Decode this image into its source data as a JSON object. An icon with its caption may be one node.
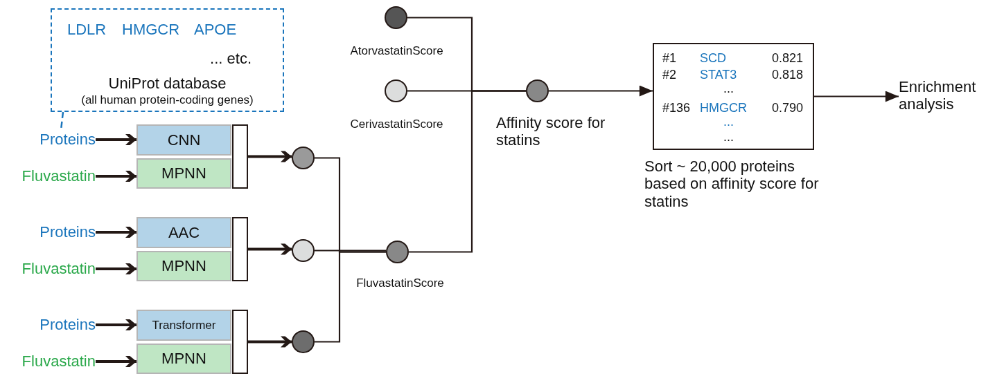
{
  "diagram": {
    "nodes": [
      {
        "text": [
          "LDLR",
          "HMGCR",
          "APOE",
          "... etc.",
          "UniProt database",
          "(all human protein-coding genes)"
        ]
      },
      {
        "text": [
          "Proteins"
        ]
      },
      {
        "text": [
          "Fluvastatin"
        ]
      },
      {
        "text": [
          "CNN"
        ]
      },
      {
        "text": [
          "MPNN"
        ]
      },
      {
        "text": [],
        "shape": "bar"
      },
      {
        "text": [],
        "shape": "circle"
      },
      {
        "text": [
          "Proteins"
        ]
      },
      {
        "text": [
          "Fluvastatin"
        ]
      },
      {
        "text": [
          "AAC"
        ]
      },
      {
        "text": [
          "MPNN"
        ]
      },
      {
        "text": [],
        "shape": "bar"
      },
      {
        "text": [],
        "shape": "circle"
      },
      {
        "text": [
          "Proteins"
        ]
      },
      {
        "text": [
          "Fluvastatin"
        ]
      },
      {
        "text": [
          "Transformer"
        ]
      },
      {
        "text": [
          "MPNN"
        ]
      },
      {
        "text": [],
        "shape": "bar"
      },
      {
        "text": [],
        "shape": "circle"
      },
      {
        "text": [],
        "shape": "circle",
        "beside": [
          "AtorvastatinScore"
        ]
      },
      {
        "text": [],
        "shape": "circle",
        "beside": [
          "CerivastatinScore"
        ]
      },
      {
        "text": [],
        "shape": "circle",
        "beside": [
          "FluvastatinScore"
        ]
      },
      {
        "text": [],
        "shape": "circle",
        "beside": [
          "Affinity score for statins"
        ]
      },
      {
        "text": [
          "#1",
          "SCD",
          "0.821",
          "#2",
          "STAT3",
          "0.818",
          "...",
          "#136",
          "HMGCR",
          "0.790",
          "...",
          "..."
        ],
        "beside": [
          "Sort ~ 20,000 proteins based on affinity score for statins"
        ]
      },
      {
        "text": [
          "Enrichment analysis"
        ]
      }
    ],
    "edges": [
      {
        "from": 0,
        "to": 1,
        "arrow": "none",
        "style": "dashed",
        "color": "#1a75bc"
      },
      {
        "from": 1,
        "to": 3,
        "arrow": "to"
      },
      {
        "from": 2,
        "to": 4,
        "arrow": "to"
      },
      {
        "from": 5,
        "to": 6,
        "arrow": "to"
      },
      {
        "from": 7,
        "to": 9,
        "arrow": "to"
      },
      {
        "from": 8,
        "to": 10,
        "arrow": "to"
      },
      {
        "from": 11,
        "to": 12,
        "arrow": "to"
      },
      {
        "from": 13,
        "to": 15,
        "arrow": "to"
      },
      {
        "from": 14,
        "to": 16,
        "arrow": "to"
      },
      {
        "from": 17,
        "to": 18,
        "arrow": "to"
      },
      {
        "from": 6,
        "to": 21,
        "arrow": "none"
      },
      {
        "from": 12,
        "to": 21,
        "arrow": "none"
      },
      {
        "from": 18,
        "to": 21,
        "arrow": "none"
      },
      {
        "from": 19,
        "to": 22,
        "arrow": "none"
      },
      {
        "from": 20,
        "to": 22,
        "arrow": "none"
      },
      {
        "from": 21,
        "to": 22,
        "arrow": "none"
      },
      {
        "from": 22,
        "to": 23,
        "arrow": "to"
      },
      {
        "from": 23,
        "to": 24,
        "arrow": "to"
      }
    ]
  }
}
